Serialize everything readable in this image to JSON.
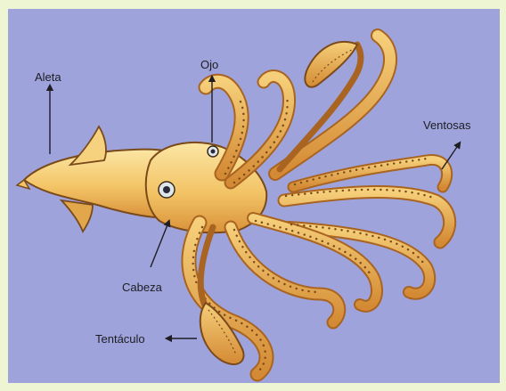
{
  "diagram": {
    "labels": {
      "aleta": "Aleta",
      "ojo": "Ojo",
      "ventosas": "Ventosas",
      "cabeza": "Cabeza",
      "tentaculo": "Tentáculo"
    },
    "colors": {
      "frame": "#eef5d2",
      "background": "#9ea3dc",
      "body": "#f3c466",
      "body_shadow": "#d9923a",
      "outline": "#7a4a1a",
      "suckers": "#7a4a1a",
      "pointer": "#1d1d22"
    }
  }
}
